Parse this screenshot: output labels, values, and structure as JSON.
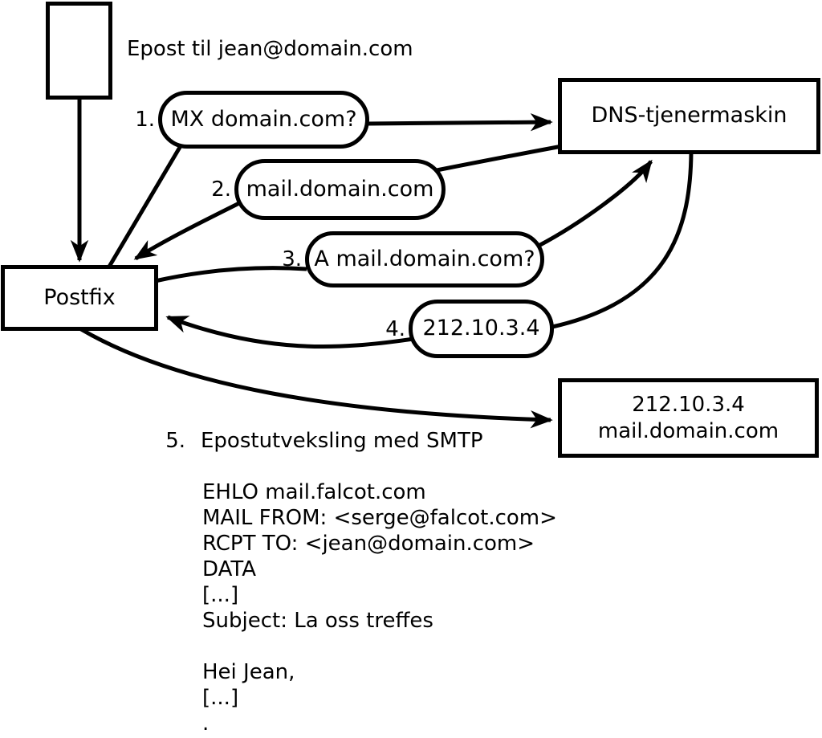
{
  "diagram": {
    "colors": {
      "line": "#000000",
      "background": "#ffffff"
    },
    "annotation": "Epost til jean@domain.com",
    "nodes": {
      "postfix": "Postfix",
      "dns_server": "DNS-tjenermaskin",
      "mail_server_line1": "212.10.3.4",
      "mail_server_line2": "mail.domain.com"
    },
    "steps": [
      {
        "number": "1.",
        "label": "MX domain.com?"
      },
      {
        "number": "2.",
        "label": "mail.domain.com"
      },
      {
        "number": "3.",
        "label": "A mail.domain.com?"
      },
      {
        "number": "4.",
        "label": "212.10.3.4"
      },
      {
        "number": "5.",
        "label": "Epostutveksling med SMTP"
      }
    ],
    "smtp_session": {
      "lines": [
        "EHLO mail.falcot.com",
        "MAIL FROM: <serge@falcot.com>",
        "RCPT TO: <jean@domain.com>",
        "DATA",
        "[...]",
        "Subject: La oss treffes",
        "",
        "Hei Jean,",
        "[...]",
        "."
      ]
    }
  }
}
